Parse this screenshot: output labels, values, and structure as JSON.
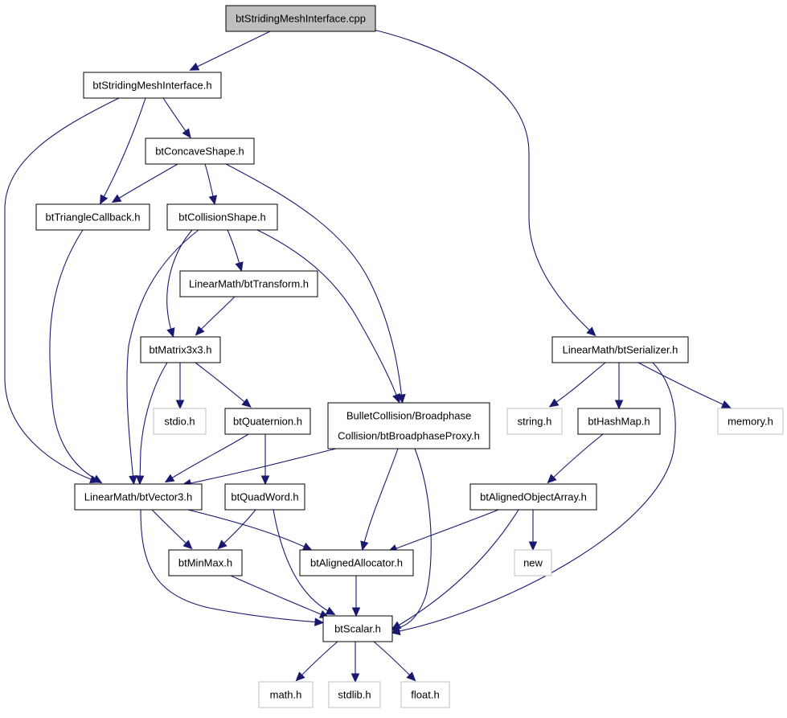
{
  "graph": {
    "nodes": {
      "root": [
        "btStridingMeshInterface.cpp"
      ],
      "smi": [
        "btStridingMeshInterface.h"
      ],
      "concave": [
        "btConcaveShape.h"
      ],
      "tricb": [
        "btTriangleCallback.h"
      ],
      "colshape": [
        "btCollisionShape.h"
      ],
      "transform": [
        "LinearMath/btTransform.h"
      ],
      "matrix": [
        "btMatrix3x3.h"
      ],
      "stdio": [
        "stdio.h"
      ],
      "quat": [
        "btQuaternion.h"
      ],
      "proxy": [
        "BulletCollision/Broadphase",
        "Collision/btBroadphaseProxy.h"
      ],
      "vector": [
        "LinearMath/btVector3.h"
      ],
      "quadword": [
        "btQuadWord.h"
      ],
      "minmax": [
        "btMinMax.h"
      ],
      "alloc": [
        "btAlignedAllocator.h"
      ],
      "scalar": [
        "btScalar.h"
      ],
      "serializer": [
        "LinearMath/btSerializer.h"
      ],
      "string": [
        "string.h"
      ],
      "hashmap": [
        "btHashMap.h"
      ],
      "memory": [
        "memory.h"
      ],
      "objarray": [
        "btAlignedObjectArray.h"
      ],
      "new": [
        "new"
      ],
      "math": [
        "math.h"
      ],
      "stdlib": [
        "stdlib.h"
      ],
      "float": [
        "float.h"
      ]
    },
    "edges": [
      [
        "root",
        "smi"
      ],
      [
        "root",
        "serializer"
      ],
      [
        "smi",
        "concave"
      ],
      [
        "smi",
        "tricb"
      ],
      [
        "smi",
        "vector"
      ],
      [
        "concave",
        "tricb"
      ],
      [
        "concave",
        "colshape"
      ],
      [
        "concave",
        "proxy"
      ],
      [
        "tricb",
        "vector"
      ],
      [
        "colshape",
        "transform"
      ],
      [
        "colshape",
        "matrix"
      ],
      [
        "colshape",
        "vector"
      ],
      [
        "colshape",
        "proxy"
      ],
      [
        "transform",
        "matrix"
      ],
      [
        "matrix",
        "stdio"
      ],
      [
        "matrix",
        "quat"
      ],
      [
        "matrix",
        "vector"
      ],
      [
        "quat",
        "vector"
      ],
      [
        "quat",
        "quadword"
      ],
      [
        "proxy",
        "vector"
      ],
      [
        "proxy",
        "alloc"
      ],
      [
        "proxy",
        "scalar"
      ],
      [
        "vector",
        "minmax"
      ],
      [
        "vector",
        "alloc"
      ],
      [
        "vector",
        "scalar"
      ],
      [
        "quadword",
        "minmax"
      ],
      [
        "quadword",
        "scalar"
      ],
      [
        "minmax",
        "scalar"
      ],
      [
        "alloc",
        "scalar"
      ],
      [
        "serializer",
        "string"
      ],
      [
        "serializer",
        "hashmap"
      ],
      [
        "serializer",
        "memory"
      ],
      [
        "serializer",
        "scalar"
      ],
      [
        "hashmap",
        "objarray"
      ],
      [
        "objarray",
        "alloc"
      ],
      [
        "objarray",
        "new"
      ],
      [
        "objarray",
        "scalar"
      ],
      [
        "scalar",
        "math"
      ],
      [
        "scalar",
        "stdlib"
      ],
      [
        "scalar",
        "float"
      ]
    ],
    "colors": {
      "edge": "#191970",
      "root_fill": "#bfbfbf",
      "system_header_border": "#bfbfbf"
    }
  }
}
